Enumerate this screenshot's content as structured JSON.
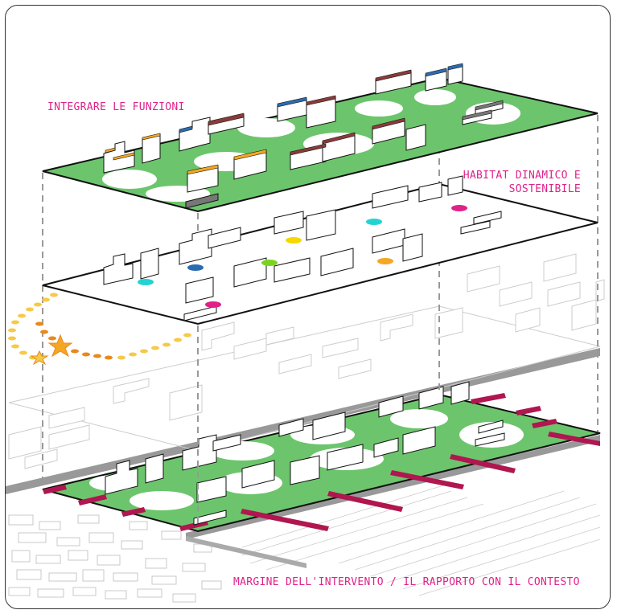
{
  "labels": {
    "integrate": "INTEGRARE LE FUNZIONI",
    "habitat_line1": "HABITAT DINAMICO E",
    "habitat_line2": "SOSTENIBILE",
    "margin": "MARGINE DELL'INTERVENTO / IL RAPPORTO CON IL CONTESTO"
  },
  "colors": {
    "accent_magenta": "#e0218a",
    "green_space": "#6cc56c",
    "road_crimson": "#b0164f",
    "roof_orange": "#f5a623",
    "roof_blue": "#2b6cb0",
    "roof_red": "#8b3a3a",
    "sun_yellow": "#f7c948",
    "sun_orange": "#e8891c"
  },
  "dots": [
    "cyan",
    "yellow",
    "green",
    "orange",
    "magenta",
    "blue"
  ]
}
